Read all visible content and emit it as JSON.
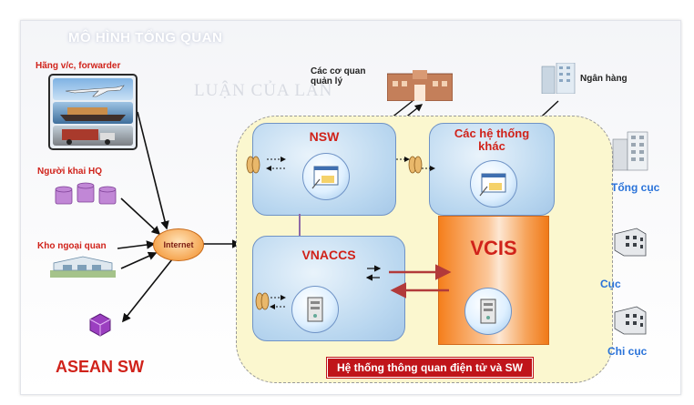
{
  "diagram": {
    "title": "MÔ HÌNH TỔNG QUAN",
    "watermark": "LUẬN CỦA LAN",
    "actors": {
      "hang_vc": "Hãng v/c, forwarder",
      "nguoi_khai": "Người khai HQ",
      "kho_ngoai_quan": "Kho ngoại quan",
      "asean": "ASEAN SW",
      "co_quan": "Các cơ quan quản lý",
      "ngan_hang": "Ngân hàng",
      "tong_cuc": "Tổng cục",
      "cuc": "Cục",
      "chi_cuc": "Chi cục"
    },
    "internet": "Internet",
    "systems": {
      "nsw": "NSW",
      "cac_he": "Các hệ thống khác",
      "vnaccs": "VNACCS",
      "vcis": "VCIS"
    },
    "caption": "Hệ thống thông quan điện tử và SW",
    "colors": {
      "accent_red": "#d0221a",
      "label_blue": "#2a73d9",
      "system_box": "#b8d6ef",
      "area_fill": "#fbf7cf",
      "vcis_orange": "#f57f1c"
    }
  }
}
